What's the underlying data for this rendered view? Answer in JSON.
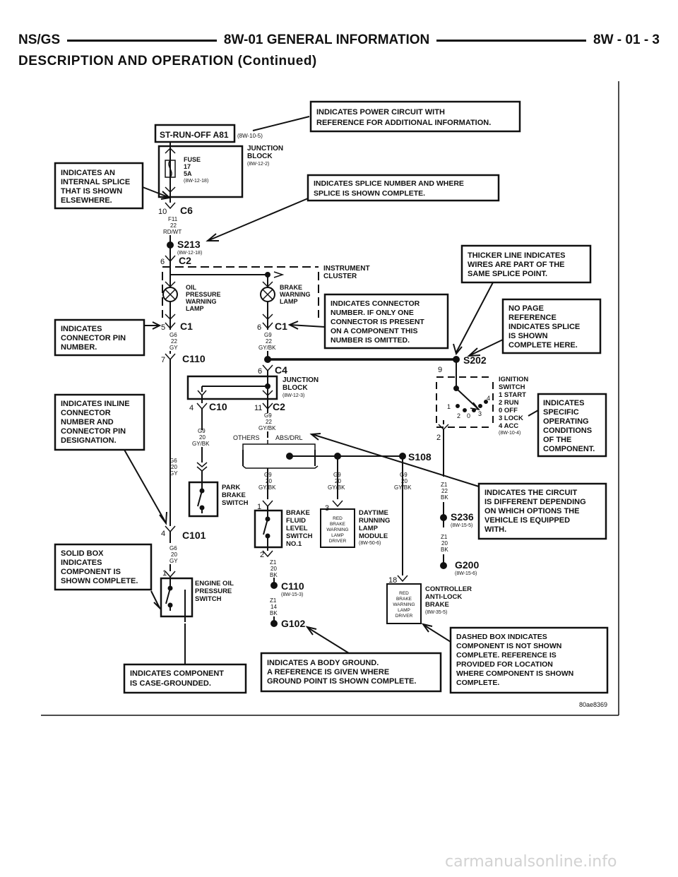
{
  "header": {
    "left": "NS/GS",
    "center": "8W-01 GENERAL INFORMATION",
    "right": "8W - 01 - 3"
  },
  "subtitle": "DESCRIPTION AND OPERATION (Continued)",
  "figure_id": "80ae8369",
  "watermark": "carmanualsonline.info",
  "callouts": {
    "power": [
      "INDICATES POWER CIRCUIT WITH",
      "REFERENCE FOR ADDITIONAL INFORMATION."
    ],
    "internal_splice": [
      "INDICATES AN",
      "INTERNAL SPLICE",
      "THAT IS SHOWN",
      "ELSEWHERE."
    ],
    "splice_number": [
      "INDICATES SPLICE NUMBER AND WHERE",
      "SPLICE IS SHOWN COMPLETE."
    ],
    "thicker_line": [
      "THICKER LINE INDICATES",
      "WIRES ARE PART OF THE",
      "SAME SPLICE POINT."
    ],
    "connector_number": [
      "INDICATES CONNECTOR",
      "NUMBER.  IF ONLY ONE",
      "CONNECTOR IS PRESENT",
      "ON A COMPONENT THIS",
      "NUMBER IS OMITTED."
    ],
    "no_page_ref": [
      "NO PAGE",
      "REFERENCE",
      "INDICATES SPLICE",
      "IS SHOWN",
      "COMPLETE HERE."
    ],
    "connector_pin": [
      "INDICATES",
      "CONNECTOR PIN",
      "NUMBER."
    ],
    "inline_connector": [
      "INDICATES INLINE",
      "CONNECTOR",
      "NUMBER AND",
      "CONNECTOR PIN",
      "DESIGNATION."
    ],
    "specific_conditions": [
      "INDICATES",
      "SPECIFIC",
      "OPERATING",
      "CONDITIONS",
      "OF THE",
      "COMPONENT."
    ],
    "circuit_different": [
      "INDICATES THE CIRCUIT",
      "IS DIFFERENT DEPENDING",
      "ON WHICH OPTIONS THE",
      "VEHICLE IS EQUIPPED",
      "WITH."
    ],
    "solid_box": [
      "SOLID BOX",
      "INDICATES",
      "COMPONENT IS",
      "SHOWN COMPLETE."
    ],
    "dashed_box": [
      "DASHED BOX INDICATES",
      "COMPONENT IS NOT SHOWN",
      "COMPLETE.  REFERENCE IS",
      "PROVIDED FOR LOCATION",
      "WHERE COMPONENT IS SHOWN",
      "COMPLETE."
    ],
    "case_grounded": [
      "INDICATES COMPONENT",
      "IS CASE-GROUNDED."
    ],
    "body_ground": [
      "INDICATES A BODY GROUND.",
      "A REFERENCE IS GIVEN WHERE",
      "GROUND POINT IS SHOWN COMPLETE."
    ]
  },
  "labels": {
    "st_run_off": "ST-RUN-OFF A81",
    "st_run_off_ref": "(8W-10-5)",
    "junction_block": [
      "JUNCTION",
      "BLOCK"
    ],
    "junction_block_ref": "(8W-12-2)",
    "junction_block_ref2": "(8W-12-3)",
    "fuse": [
      "FUSE",
      "17",
      "5A"
    ],
    "fuse_ref": "(8W-12-18)",
    "c6": "C6",
    "c6_pin": "10",
    "wire_f11": [
      "F11",
      "22",
      "RD/WT"
    ],
    "s213": "S213",
    "s213_ref": "(8W-12-18)",
    "c2": "C2",
    "c2_pin": "6",
    "instrument_cluster": [
      "INSTRUMENT",
      "CLUSTER"
    ],
    "oil_lamp": [
      "OIL",
      "PRESSURE",
      "WARNING",
      "LAMP"
    ],
    "brake_lamp": [
      "BRAKE",
      "WARNING",
      "LAMP"
    ],
    "c1": "C1",
    "c1_pin_left": "5",
    "c1_pin_right": "6",
    "wire_g6_22": [
      "G6",
      "22",
      "GY"
    ],
    "wire_g9_22": [
      "G9",
      "22",
      "GY/BK"
    ],
    "c110": "C110",
    "c110_pin": "7",
    "c4": "C4",
    "c4_pin": "6",
    "s202": "S202",
    "s202_pin": "9",
    "c10": "C10",
    "c10_pin": "4",
    "c2b": "C2",
    "c2b_pin": "11",
    "wire_g9_20": [
      "G9",
      "20",
      "GY/BK"
    ],
    "others": "OTHERS",
    "abs_drl": "ABS/DRL",
    "s108": "S108",
    "ignition_switch": [
      "IGNITION",
      "SWITCH",
      "1 START",
      "2 RUN",
      "0 OFF",
      "3 LOCK",
      "4 ACC"
    ],
    "ignition_ref": "(8W-10-4)",
    "sw_pos": [
      "1",
      "2",
      "0",
      "3",
      "4"
    ],
    "ign_pin": "2",
    "wire_g6_20": [
      "G6",
      "20",
      "GY"
    ],
    "park_brake": [
      "PARK",
      "BRAKE",
      "SWITCH"
    ],
    "wire_z1_22": [
      "Z1",
      "22",
      "BK"
    ],
    "brake_fluid": [
      "BRAKE",
      "FLUID",
      "LEVEL",
      "SWITCH",
      "NO.1"
    ],
    "bf_pin_top": "1",
    "bf_pin_bot": "2",
    "drl_module": [
      "DAYTIME",
      "RUNNING",
      "LAMP",
      "MODULE"
    ],
    "drl_ref": "(8W-50-6)",
    "drl_pin": "3",
    "driver_box": [
      "RED",
      "BRAKE",
      "WARNING",
      "LAMP",
      "DRIVER"
    ],
    "s236": "S236",
    "s236_ref": "(8W-15-5)",
    "c101": "C101",
    "c101_pin": "4",
    "wire_z1_20": [
      "Z1",
      "20",
      "BK"
    ],
    "g200": "G200",
    "g200_ref": "(8W-15-6)",
    "eop_switch": [
      "ENGINE OIL",
      "PRESSURE",
      "SWITCH"
    ],
    "eop_pin": "1",
    "c110b": "C110",
    "c110b_ref": "(8W-15-3)",
    "wire_z1_14": [
      "Z1",
      "14",
      "BK"
    ],
    "g102": "G102",
    "abs_pin": "18",
    "abs_ctrl": [
      "CONTROLLER",
      "ANTI-LOCK",
      "BRAKE"
    ],
    "abs_ref": "(8W-35-5)"
  }
}
